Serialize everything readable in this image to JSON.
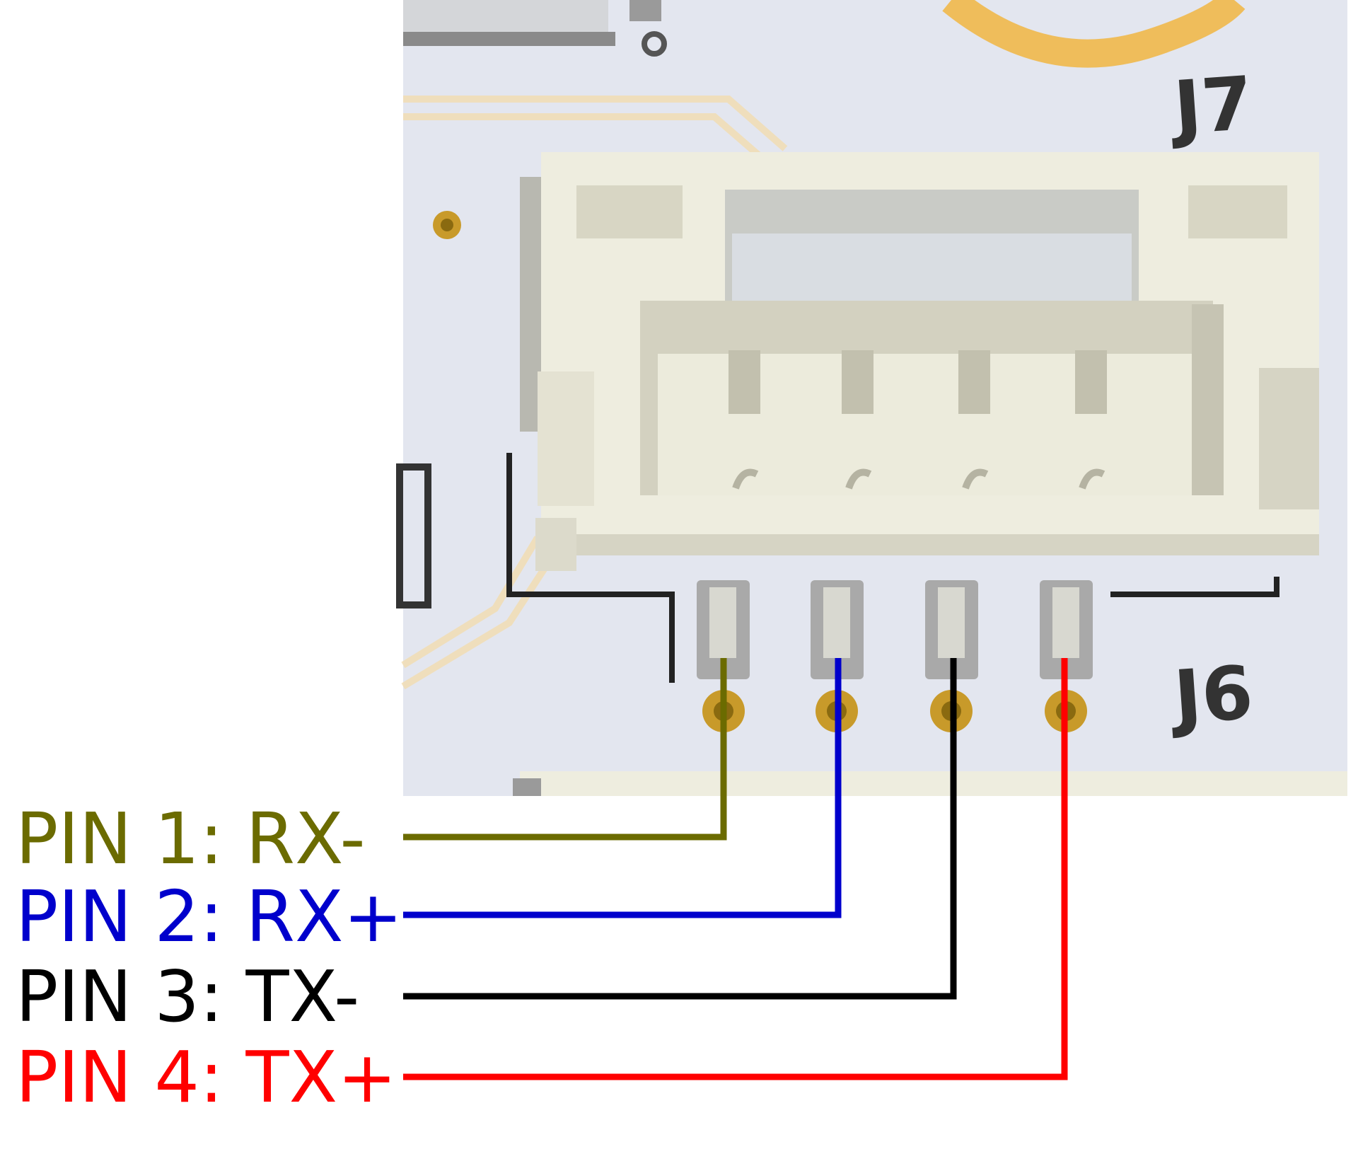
{
  "board": {
    "top_connector_label": "J7",
    "bottom_connector_label": "J6"
  },
  "pins": [
    {
      "label": "PIN 1: RX-",
      "color": "#6b6b00"
    },
    {
      "label": "PIN 2: RX+",
      "color": "#0000cc"
    },
    {
      "label": "PIN 3: TX-",
      "color": "#000000"
    },
    {
      "label": "PIN 4: TX+",
      "color": "#ff0000"
    }
  ],
  "colors": {
    "pcb": "#dfe3ec",
    "connector": "#eeeddf",
    "connector_shadow": "#cfcdbc",
    "trace": "#f2ddb0",
    "pad": "#c89a2a",
    "pad_hole": "#8a6a10",
    "pin_metal": "#a9a9a9"
  }
}
